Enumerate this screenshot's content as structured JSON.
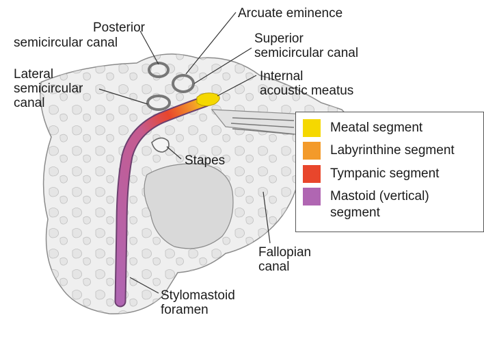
{
  "labels": {
    "posterior": [
      "Posterior",
      "semicircular canal"
    ],
    "arcuate": "Arcuate eminence",
    "superior": [
      "Superior",
      "semicircular canal"
    ],
    "internal": [
      "Internal",
      "acoustic meatus"
    ],
    "lateral": [
      "Lateral",
      "semicircular",
      "canal"
    ],
    "stapes": "Stapes",
    "fallopian": [
      "Fallopian",
      "canal"
    ],
    "stylomastoid": [
      "Stylomastoid",
      "foramen"
    ]
  },
  "legend": [
    {
      "label": "Meatal segment",
      "color": "#f5d800"
    },
    {
      "label": "Labyrinthine segment",
      "color": "#f39a2a"
    },
    {
      "label": "Tympanic segment",
      "color": "#e8462c"
    },
    {
      "label": "Mastoid (vertical)",
      "label2": "segment",
      "color": "#b066b2"
    }
  ],
  "colors": {
    "bone": "#efefef",
    "bone_outline": "#8a8a8a",
    "cavity": "#d9d9d9",
    "nerve_outline": "#6b3f6e"
  }
}
